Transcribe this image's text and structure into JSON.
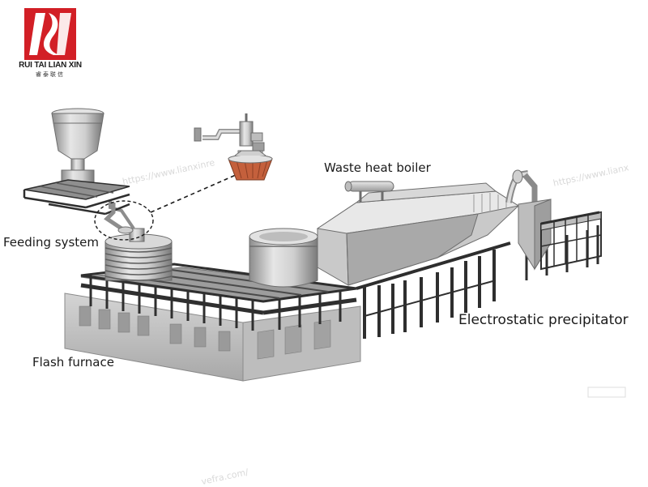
{
  "logo": {
    "brand_en": "RUI TAI LIAN XIN",
    "brand_cn": "睿泰联信",
    "color": "#d21f26"
  },
  "labels": {
    "feeding_system": "Feeding system",
    "waste_heat_boiler": "Waste heat boiler",
    "flash_furnace": "Flash furnace",
    "electrostatic_precipitator": "Electrostatic precipitator"
  },
  "watermarks": {
    "left": "https://www.lianxinre",
    "right": "https://www.lianx",
    "bottom": "vefra.com/"
  },
  "colors": {
    "metal_light": "#e3e3e3",
    "metal_mid": "#b5b5b5",
    "metal_dark": "#6f6f6f",
    "frame_dark": "#2e2e2e",
    "refractory": "#c4603c"
  }
}
